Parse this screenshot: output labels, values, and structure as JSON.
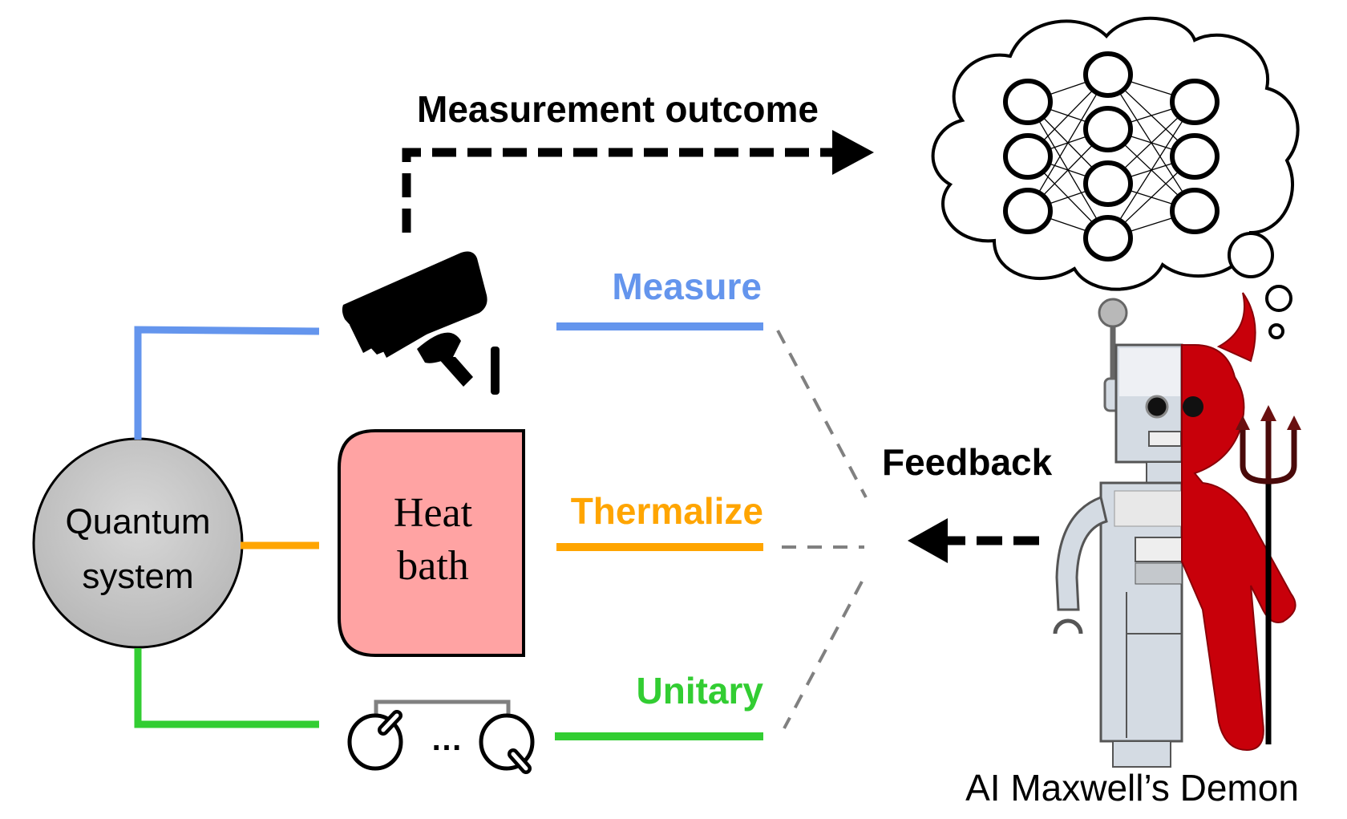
{
  "diagram": {
    "labels": {
      "measurement_outcome": "Measurement outcome",
      "feedback": "Feedback",
      "caption": "AI Maxwell’s Demon"
    },
    "quantum_system": {
      "line1": "Quantum",
      "line2": "system"
    },
    "heat_bath": {
      "line1": "Heat",
      "line2": "bath"
    },
    "unitary_gates": {
      "ellipsis": "…"
    },
    "channels": [
      {
        "id": "measure",
        "label": "Measure",
        "color": "#6495ed",
        "icon": "security-camera-icon"
      },
      {
        "id": "thermalize",
        "label": "Thermalize",
        "color": "#ffa500",
        "icon": "heat-bath-box"
      },
      {
        "id": "unitary",
        "label": "Unitary",
        "color": "#32cd32",
        "icon": "rotation-gates-icon"
      }
    ],
    "neural_network": {
      "layers": [
        3,
        4,
        3
      ]
    },
    "colors": {
      "quantum_system_fill": "#c8c8c8",
      "heat_bath_fill": "#ffa3a3",
      "demon_red": "#c8000a",
      "robot_gray": "#d4dbe3",
      "feedback_dash": "#808080"
    }
  }
}
